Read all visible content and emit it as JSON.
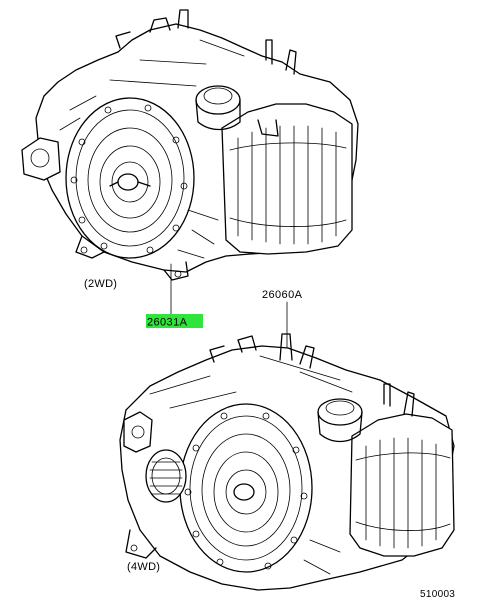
{
  "labels": {
    "variant_2wd": "(2WD)",
    "variant_4wd": "(4WD)",
    "part_main": "26031A",
    "part_secondary": "26060A",
    "diagram_ref": "510003"
  },
  "colors": {
    "highlight": "#2fe43a",
    "ink": "#000000",
    "background": "#ffffff"
  }
}
